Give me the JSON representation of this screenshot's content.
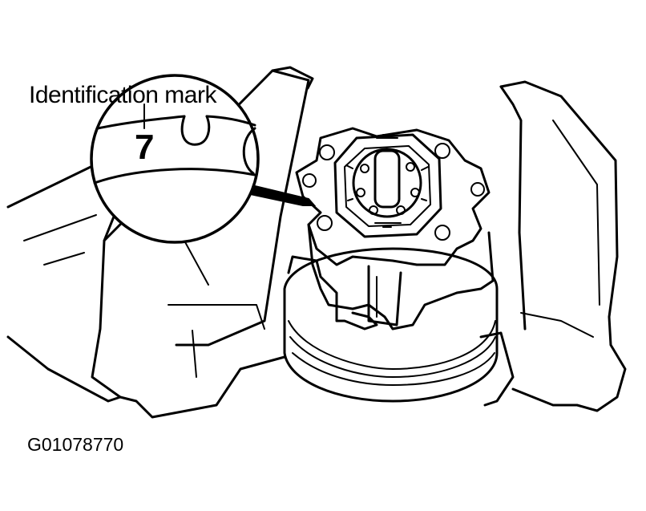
{
  "callout": {
    "label": "Identification mark",
    "mark_value": "7"
  },
  "figure_code": "G01078770",
  "colors": {
    "ink": "#000000",
    "paper": "#ffffff"
  }
}
